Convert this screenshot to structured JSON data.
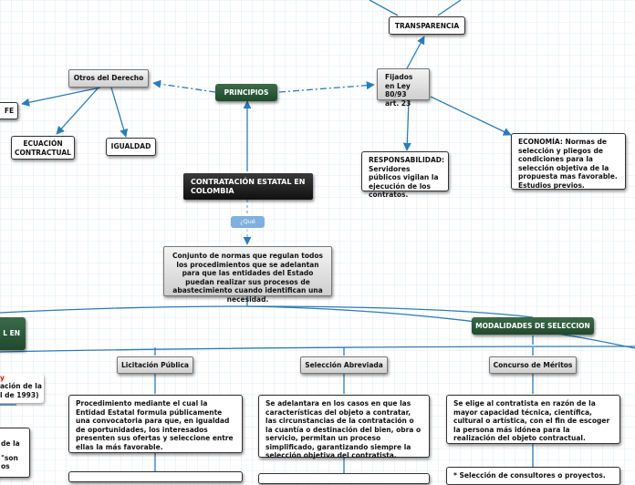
{
  "nodes": {
    "transparencia": "TRANSPARENCIA",
    "fijados": "Fijados en Ley 80/93 art. 23",
    "principios": "PRINCIPIOS",
    "otros_derecho": "Otros del Derecho",
    "fe": "FE",
    "ecuacion": "ECUACIÓN CONTRACTUAL",
    "igualdad": "IGUALDAD",
    "responsabilidad": "RESPONSABILIDAD: Servidores públicos vigilan la ejecución de los contratos.",
    "economia": "ECONOMÍA: Normas de selección y pliegos de condiciones para la selección objetiva de la propuesta mas favorable. Estudios previos.",
    "contratacion": "CONTRATACIÓN ESTATAL EN COLOMBIA",
    "que_es": "¿Qué es?",
    "conjunto": "Conjunto de normas que regulan todos los procedimientos que se adelantan para que las entidades del Estado puedan realizar sus procesos de abastecimiento cuando identifican una necesidad.",
    "modalidades": "MODALIDADES DE SELECCION",
    "left_green": "L EN",
    "licitacion": "Licitación Pública",
    "seleccion_abreviada": "Selección Abreviada",
    "concurso": "Concurso de Méritos",
    "licitacion_desc": "Procedimiento mediante el cual la Entidad Estatal formula públicamente una convocatoria para que, en igualdad de oportunidades, los interesados presenten sus ofertas y seleccione entre ellas la más favorable.",
    "abreviada_desc": "Se adelantara en los casos en que las características del objeto a contratar, las circunstancias de la contratación o la cuantía o destinación del bien, obra o servicio, permitan un proceso simplificado, garantizando siempre la selección objetiva del contratista.",
    "concurso_desc": "Se elige al contratista en razón de la mayor capacidad técnica, científica, cultural o artística, con el fin de escoger la persona más idónea para la realización del objeto contractual.",
    "concurso_sub": "* Selección de consultores o proyectos.",
    "left_mid_red": "y",
    "left_mid_1": "ación de la",
    "left_mid_2": "l de 1993)",
    "left_low_1": "de la",
    "left_low_2": "\"son",
    "left_low_3": "os"
  }
}
